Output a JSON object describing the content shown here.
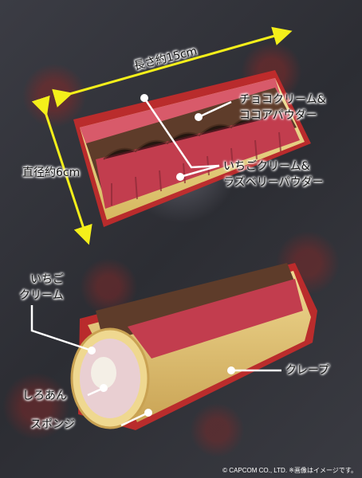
{
  "labels": {
    "length": "長さ約15cm",
    "diameter": "直径約6cm",
    "choco_line1": "チョコクリーム&",
    "choco_line2": "ココアパウダー",
    "berry_line1": "いちごクリーム&",
    "berry_line2": "ラズベリーパウダー",
    "strawberry_line1": "いちご",
    "strawberry_line2": "クリーム",
    "shiroan": "しろあん",
    "sponge": "スポンジ",
    "crepe": "クレープ"
  },
  "copyright": "© CAPCOM CO., LTD. ※画像はイメージです。",
  "colors": {
    "arrow": "#f4ef1a",
    "berry": "#c83a4a",
    "chocolate": "#5a3a2a",
    "sponge": "#e8d27a"
  }
}
